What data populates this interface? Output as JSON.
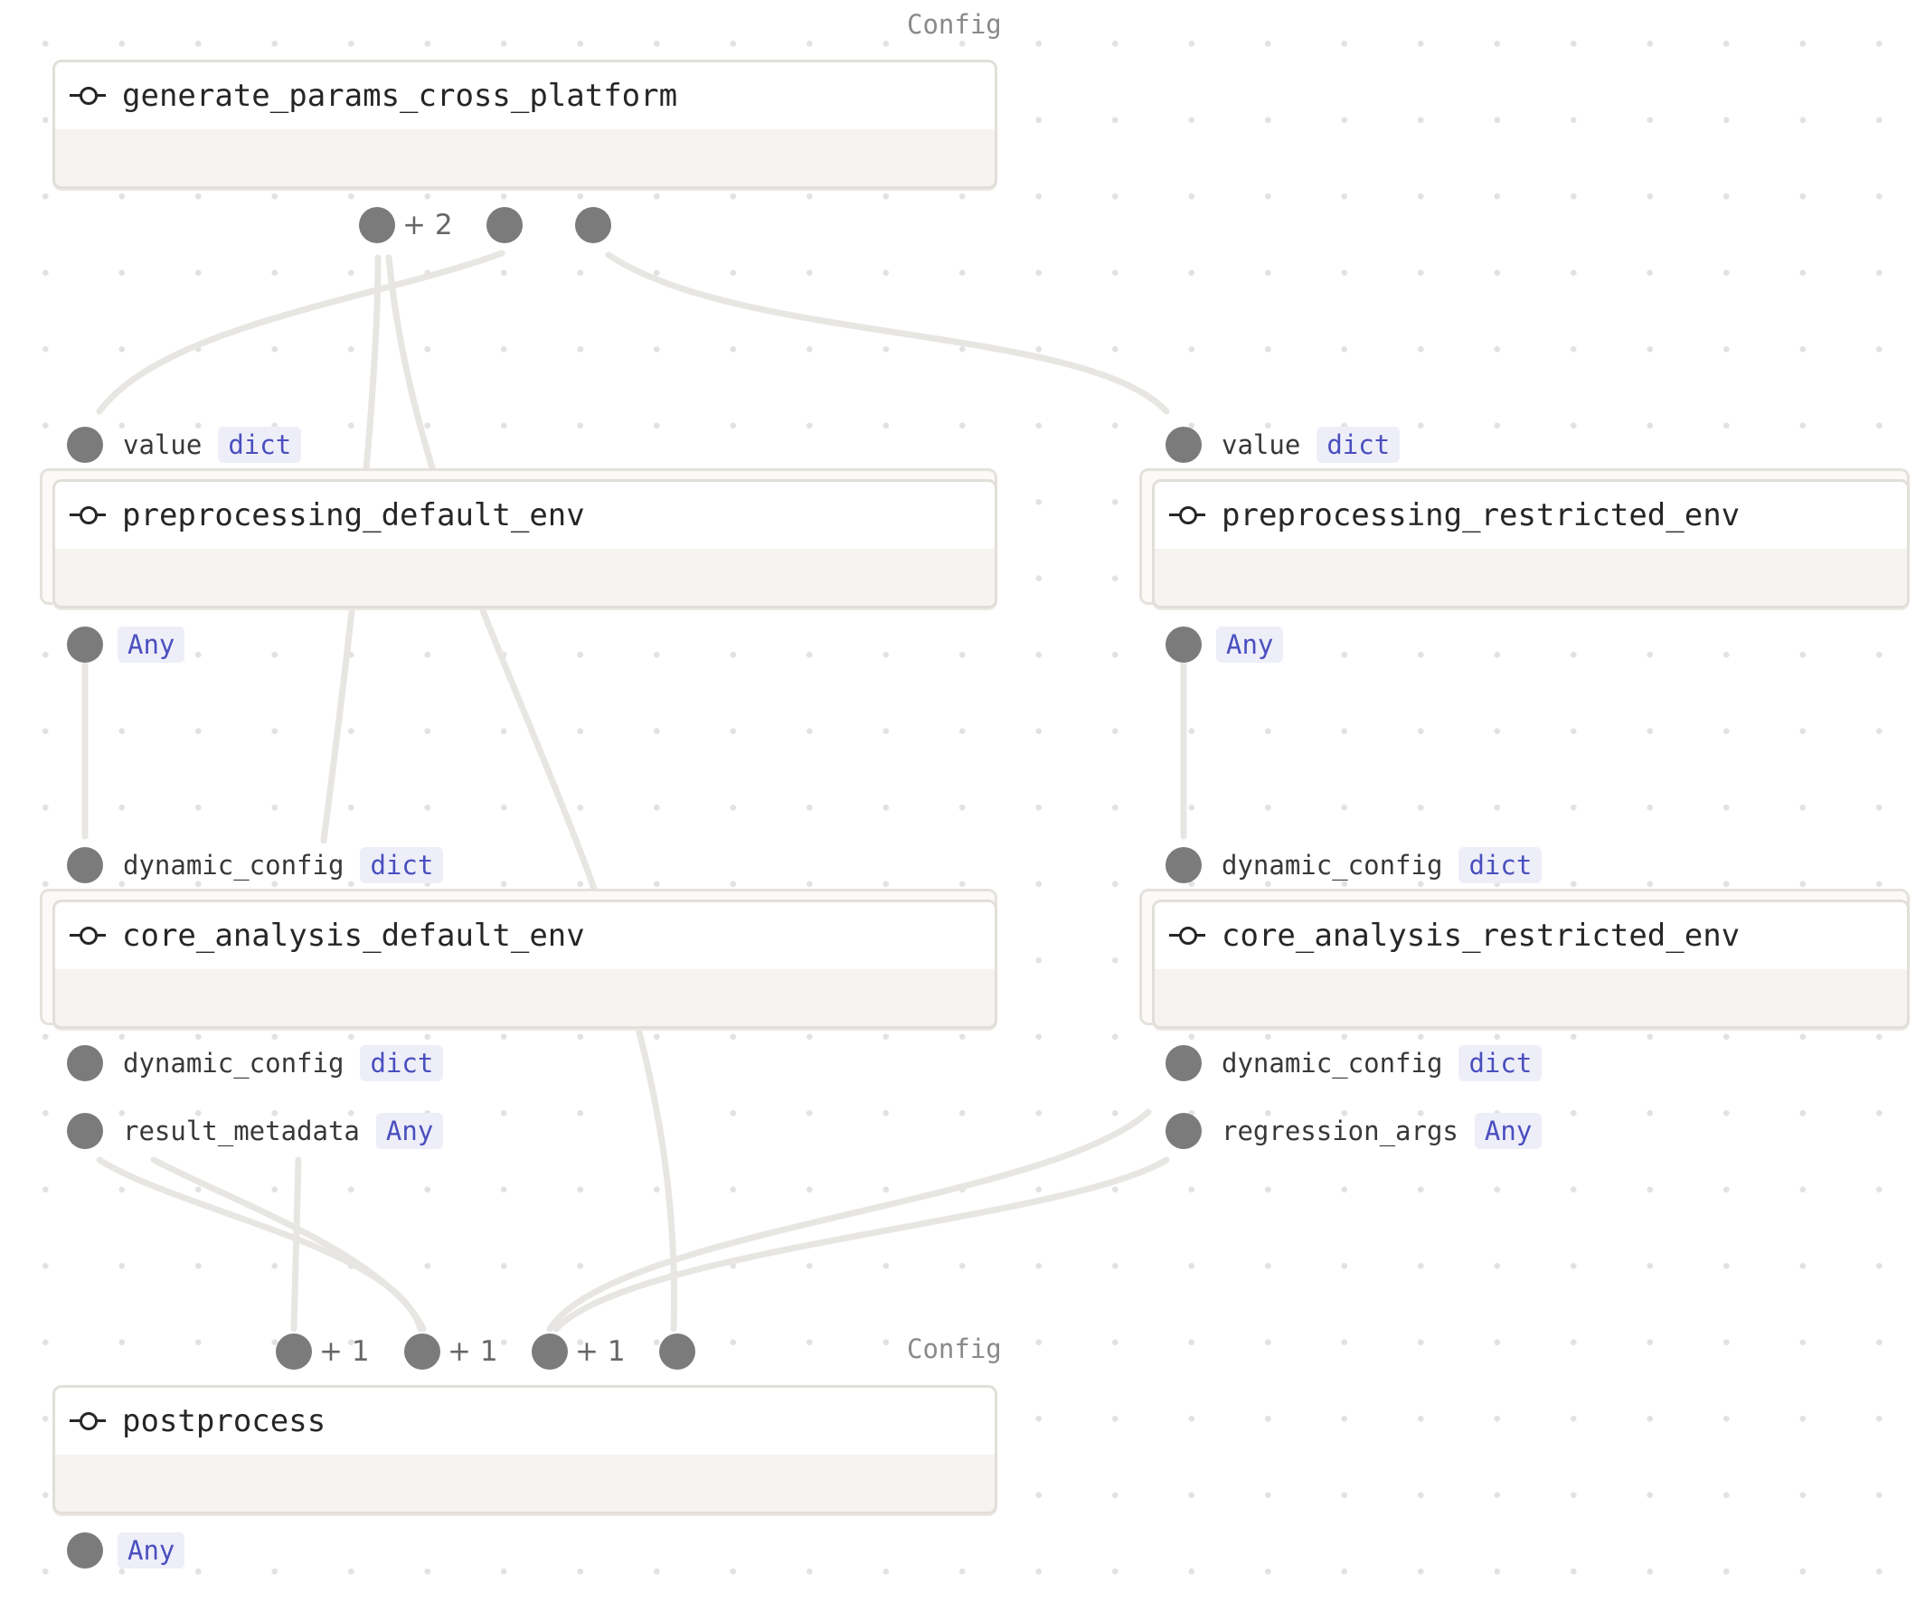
{
  "nodes": {
    "generate": {
      "title": "generate_params_cross_platform",
      "config_label": "Config",
      "input_extra": "+ 2"
    },
    "pre_default": {
      "title": "preprocessing_default_env",
      "input": {
        "name": "value",
        "type": "dict"
      },
      "output": {
        "type": "Any"
      }
    },
    "pre_restricted": {
      "title": "preprocessing_restricted_env",
      "input": {
        "name": "value",
        "type": "dict"
      },
      "output": {
        "type": "Any"
      }
    },
    "core_default": {
      "title": "core_analysis_default_env",
      "input": {
        "name": "dynamic_config",
        "type": "dict"
      },
      "outputs": [
        {
          "name": "dynamic_config",
          "type": "dict"
        },
        {
          "name": "result_metadata",
          "type": "Any"
        }
      ]
    },
    "core_restricted": {
      "title": "core_analysis_restricted_env",
      "input": {
        "name": "dynamic_config",
        "type": "dict"
      },
      "outputs": [
        {
          "name": "dynamic_config",
          "type": "dict"
        },
        {
          "name": "regression_args",
          "type": "Any"
        }
      ]
    },
    "postprocess": {
      "title": "postprocess",
      "config_label": "Config",
      "input_extras": [
        "+ 1",
        "+ 1",
        "+ 1"
      ],
      "output": {
        "type": "Any"
      }
    }
  }
}
